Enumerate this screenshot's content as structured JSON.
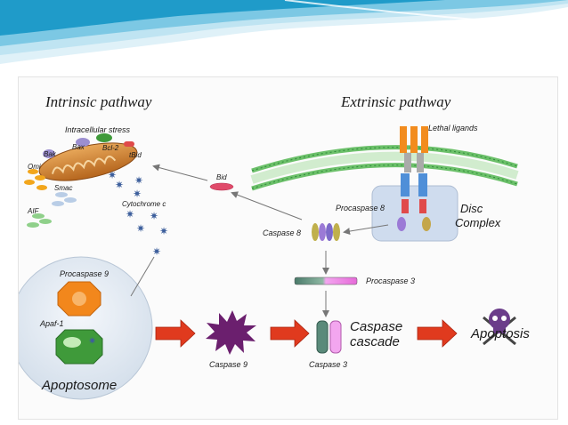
{
  "titles": {
    "intrinsic": "Intrinsic pathway",
    "extrinsic": "Extrinsic pathway"
  },
  "labels": {
    "intracellular_stress": "Intracellular stress",
    "bax": "Bax",
    "bak": "Bak",
    "bcl2": "Bcl-2",
    "tbid": "tBid",
    "omi": "Omi",
    "smac": "Smac",
    "aif": "AIF",
    "cytochrome_c": "Cytochrome c",
    "bid": "Bid",
    "lethal_ligands": "Lethal ligands",
    "procaspase8": "Procaspase 8",
    "disc_complex_line1": "Disc",
    "disc_complex_line2": "Complex",
    "caspase8": "Caspase 8",
    "procaspase3": "Procaspase 3",
    "procaspase9": "Procaspase 9",
    "apaf1": "Apaf-1",
    "apoptosome": "Apoptosome",
    "caspase9": "Caspase 9",
    "caspase3": "Caspase 3",
    "caspase_cascade_line1": "Caspase",
    "caspase_cascade_line2": "cascade",
    "apoptosis": "Apoptosis"
  },
  "colors": {
    "banner": "#1f9bc9",
    "banner_light": "#bfe4f2",
    "arrow_red": "#e03a1e",
    "caspase9": "#6b1f6e",
    "apoptosome_fill": "#dfe7f1",
    "disc_fill": "#cfdcee",
    "procaspase9": "#f2871c",
    "apaf1": "#3f9a3a",
    "cytochrome": "#3d5f9c",
    "membrane": "#6cc06a",
    "skull": "#6b3d8a"
  },
  "icons": {
    "skull": "skull-crossbones-icon",
    "cytochrome": "star-icon"
  }
}
